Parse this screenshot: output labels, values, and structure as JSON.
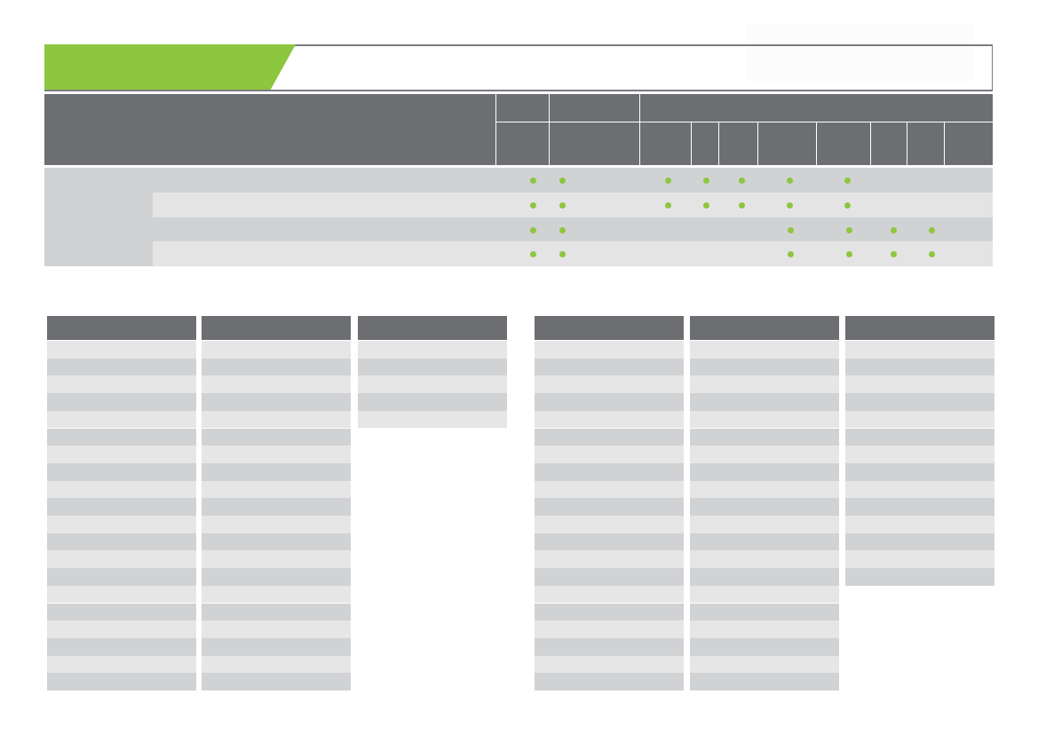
{
  "colors": {
    "accent": "#8dc63f",
    "header": "#6d6e72",
    "row_dark": "#d1d2d4",
    "row_light": "#e4e4e5"
  },
  "feature_matrix": {
    "rows": [
      {
        "checks": [
          1,
          1,
          0,
          1,
          1,
          1,
          1,
          1,
          0,
          0
        ]
      },
      {
        "checks": [
          1,
          1,
          0,
          1,
          1,
          1,
          1,
          1,
          0,
          0
        ]
      },
      {
        "checks": [
          1,
          1,
          0,
          0,
          0,
          0,
          1,
          1,
          1,
          1
        ]
      },
      {
        "checks": [
          1,
          1,
          0,
          0,
          0,
          0,
          1,
          1,
          1,
          1
        ]
      }
    ]
  },
  "lists": [
    {
      "rows": 20
    },
    {
      "rows": 20
    },
    {
      "rows": 5
    },
    {
      "rows": 20
    },
    {
      "rows": 20
    },
    {
      "rows": 14
    }
  ]
}
